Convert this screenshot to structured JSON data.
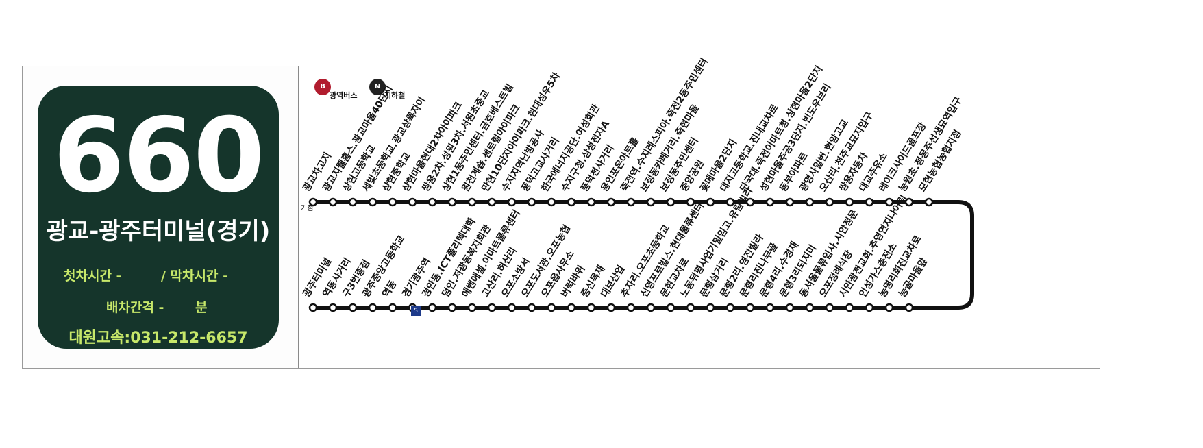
{
  "route": {
    "number": "660",
    "name": "광교-광주터미널(경기)",
    "first_bus_label": "첫차시간 -",
    "last_bus_label": "/ 막차시간 -",
    "interval_label": "배차간격 -",
    "interval_unit": "분",
    "operator": "대원고속:031-212-6657"
  },
  "legend": [
    {
      "badge": "B",
      "label": "광역버스",
      "color": "#b11c2e"
    },
    {
      "badge": "N",
      "label": "지하철",
      "color": "#222222"
    }
  ],
  "start_mark": "기점",
  "transfer_badge": "S",
  "stops_outbound": [
    "광교차고지",
    "광교지웰홈스.광교마을40단지",
    "상현고등학교",
    "세빛초등학교.광교상록자이",
    "상현중학교",
    "상현마을현대2차아이파크",
    "쌍용2차.성원3차.서원초중교",
    "상현1동주민센터.금호베스트빌",
    "원천계숍.센트럴아이파크",
    "만현10단지아이파크.현대성우5차",
    "수지지역난방공사",
    "풍덕고교사거리",
    "한국에너지공단.여성회관",
    "수지구청.삼성전자A",
    "풍덕천사거리",
    "용인포은아트홀",
    "죽전역.수지레스피아.죽전2동주민센터",
    "보정동카페거리.죽현마을",
    "보정동주민센터",
    "중앙공원",
    "꽃메마을2단지",
    "대지고등학교.진내교차로",
    "단국대.죽전이마트청.상현마을2단지",
    "성현마을주공3단지.빈도우브리",
    "동부아파트",
    "광명사일번.현암고교",
    "오산리.천주교묘지입구",
    "쌍용자동차",
    "대교주유소",
    "레이크사이드골프장",
    "능원초.정몽주선생묘역입구",
    "모현농협농협지점"
  ],
  "stops_inbound": [
    "광주터미널",
    "역동사거리",
    "구3번종점",
    "광주중앙고등학교",
    "역동",
    "경기광주역",
    "경안동.ICT폴리텍대학",
    "덤인.저광동복지회관",
    "에벤에셀.이마트물류센터",
    "고산리.허산리",
    "오포소방서",
    "오포도서관.오포농협",
    "오포읍사무소",
    "버럭바위",
    "중신목재",
    "대보산업",
    "추자리.오포초등학교",
    "신영프로빌스.현대물류센터",
    "문현교차로",
    "노동뒤평사업기밀임고.유림빌라",
    "문형삼거리",
    "문형2리.영진빌라",
    "문형리진나무골",
    "문형4리.수경재",
    "문형3리되지미",
    "동서울물류입사.시안정문",
    "오포정례식장",
    "시안광전교회.추영연지나어림",
    "인성가스충전소",
    "농명리회진교차로",
    "능골마을앞"
  ]
}
